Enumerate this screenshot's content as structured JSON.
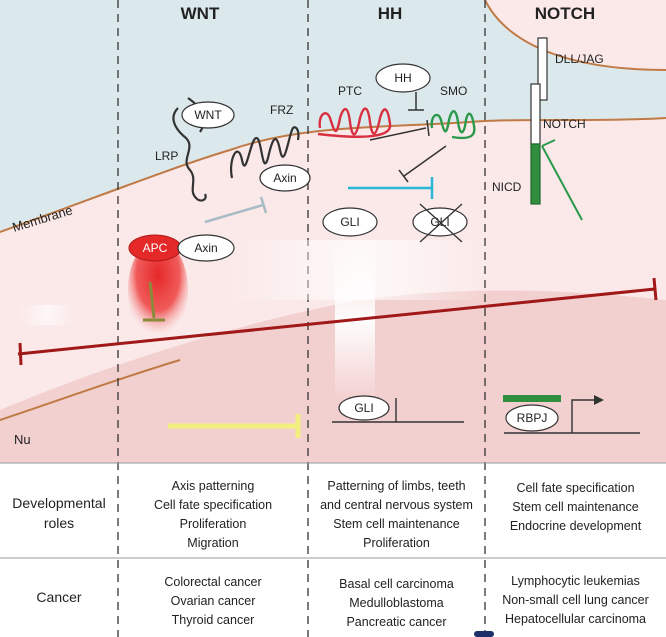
{
  "columns": {
    "wnt": "WNT",
    "hh": "HH",
    "notch": "NOTCH"
  },
  "labels": {
    "membrane": "Membrane",
    "nucleus": "Nu",
    "wnt": "WNT",
    "frz": "FRZ",
    "lrp": "LRP",
    "axin_membrane": "Axin",
    "apc": "APC",
    "axin_complex": "Axin",
    "ptc": "PTC",
    "hh": "HH",
    "smo": "SMO",
    "gli_1": "GLI",
    "gli_2": "GLI",
    "gli_nuclear": "GLI",
    "dll_jag": "DLL/JAG",
    "notch": "NOTCH",
    "nicd": "NICD",
    "rbpj": "RBPJ"
  },
  "table": {
    "developmental_roles_label": "Developmental\nroles",
    "cancer_label": "Cancer",
    "dev_wnt": [
      "Axis patterning",
      "Cell fate specification",
      "Proliferation",
      "Migration"
    ],
    "dev_hh": [
      "Patterning of limbs, teeth",
      "and central nervous system",
      "Stem cell maintenance",
      "Proliferation"
    ],
    "dev_notch": [
      "Cell fate specification",
      "Stem cell maintenance",
      "Endocrine development"
    ],
    "cancer_wnt": [
      "Colorectal cancer",
      "Ovarian cancer",
      "Thyroid cancer"
    ],
    "cancer_hh": [
      "Basal cell carcinoma",
      "Medulloblastoma",
      "Pancreatic cancer"
    ],
    "cancer_notch": [
      "Lymphocytic leukemias",
      "Non-small cell lung cancer",
      "Hepatocellular carcinoma"
    ]
  },
  "colors": {
    "extracellular": "#dce9ec",
    "cytoplasm": "#fbe9e9",
    "nucleus": "#f3d0d0",
    "membrane_line": "#c07a45",
    "inhibitor_darkred": "#a01818",
    "apc_red": "#e83030",
    "ptc_red": "#d83040",
    "smo_green": "#2a9a4a",
    "nicd_green": "#2f8f3f",
    "cyan": "#29b7d6",
    "yellow": "#f3ee80",
    "grey_blue": "#a8bcc6",
    "olive": "#8a8a3a"
  }
}
